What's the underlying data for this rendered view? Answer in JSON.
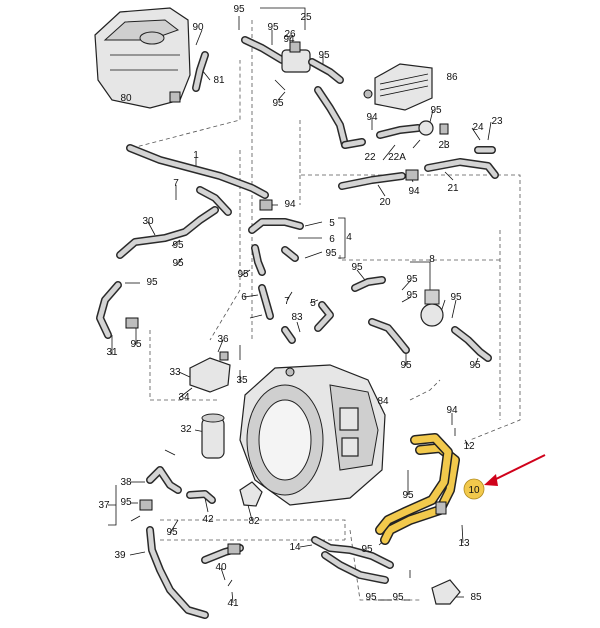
{
  "diagram": {
    "labels": [
      "1",
      "5",
      "6",
      "4",
      "7",
      "8",
      "12",
      "13",
      "14",
      "20",
      "21",
      "22",
      "22A",
      "23",
      "24",
      "25",
      "26",
      "30",
      "31",
      "32",
      "33",
      "34",
      "35",
      "36",
      "37",
      "38",
      "39",
      "40",
      "41",
      "42",
      "80",
      "81",
      "82",
      "83",
      "84",
      "85",
      "86",
      "90",
      "94",
      "95"
    ],
    "highlight": {
      "part": "10",
      "color": "#f2c94c",
      "arrow_color": "#d0021b"
    }
  }
}
